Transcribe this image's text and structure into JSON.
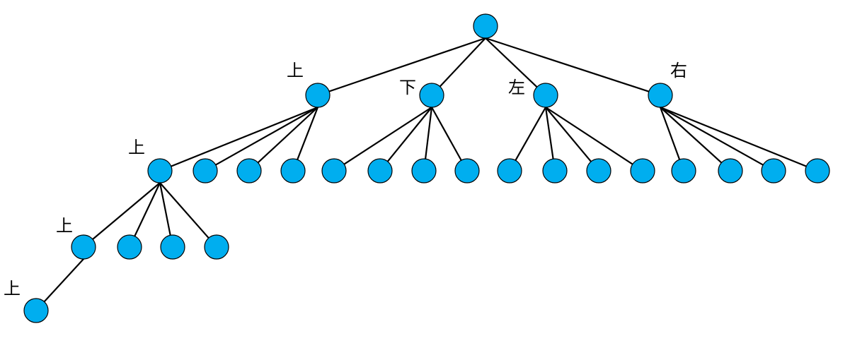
{
  "diagram": {
    "type": "tree",
    "colors": {
      "node_fill": "#00AEEF",
      "node_stroke": "#000000",
      "edge": "#000000"
    },
    "nodes": [
      {
        "id": "root",
        "label": ""
      },
      {
        "id": "n-up",
        "label": "上"
      },
      {
        "id": "n-down",
        "label": "下"
      },
      {
        "id": "n-left",
        "label": "左"
      },
      {
        "id": "n-right",
        "label": "右"
      },
      {
        "id": "n-up-up",
        "label": "上"
      },
      {
        "id": "n-up-2",
        "label": ""
      },
      {
        "id": "n-up-3",
        "label": ""
      },
      {
        "id": "n-up-4",
        "label": ""
      },
      {
        "id": "n-down-1",
        "label": ""
      },
      {
        "id": "n-down-2",
        "label": ""
      },
      {
        "id": "n-down-3",
        "label": ""
      },
      {
        "id": "n-down-4",
        "label": ""
      },
      {
        "id": "n-left-1",
        "label": ""
      },
      {
        "id": "n-left-2",
        "label": ""
      },
      {
        "id": "n-left-3",
        "label": ""
      },
      {
        "id": "n-left-4",
        "label": ""
      },
      {
        "id": "n-right-1",
        "label": ""
      },
      {
        "id": "n-right-2",
        "label": ""
      },
      {
        "id": "n-right-3",
        "label": ""
      },
      {
        "id": "n-right-4",
        "label": ""
      },
      {
        "id": "n-up-up-up",
        "label": "上"
      },
      {
        "id": "n-up-up-2",
        "label": ""
      },
      {
        "id": "n-up-up-3",
        "label": ""
      },
      {
        "id": "n-up-up-4",
        "label": ""
      },
      {
        "id": "n-up-up-up-up",
        "label": "上"
      }
    ],
    "edges": [
      {
        "from": "root",
        "to": "n-up"
      },
      {
        "from": "root",
        "to": "n-down"
      },
      {
        "from": "root",
        "to": "n-left"
      },
      {
        "from": "root",
        "to": "n-right"
      },
      {
        "from": "n-up",
        "to": "n-up-up"
      },
      {
        "from": "n-up",
        "to": "n-up-2"
      },
      {
        "from": "n-up",
        "to": "n-up-3"
      },
      {
        "from": "n-up",
        "to": "n-up-4"
      },
      {
        "from": "n-down",
        "to": "n-down-1"
      },
      {
        "from": "n-down",
        "to": "n-down-2"
      },
      {
        "from": "n-down",
        "to": "n-down-3"
      },
      {
        "from": "n-down",
        "to": "n-down-4"
      },
      {
        "from": "n-left",
        "to": "n-left-1"
      },
      {
        "from": "n-left",
        "to": "n-left-2"
      },
      {
        "from": "n-left",
        "to": "n-left-3"
      },
      {
        "from": "n-left",
        "to": "n-left-4"
      },
      {
        "from": "n-right",
        "to": "n-right-1"
      },
      {
        "from": "n-right",
        "to": "n-right-2"
      },
      {
        "from": "n-right",
        "to": "n-right-3"
      },
      {
        "from": "n-right",
        "to": "n-right-4"
      },
      {
        "from": "n-up-up",
        "to": "n-up-up-up"
      },
      {
        "from": "n-up-up",
        "to": "n-up-up-2"
      },
      {
        "from": "n-up-up",
        "to": "n-up-up-3"
      },
      {
        "from": "n-up-up",
        "to": "n-up-up-4"
      },
      {
        "from": "n-up-up-up",
        "to": "n-up-up-up-up"
      }
    ]
  }
}
